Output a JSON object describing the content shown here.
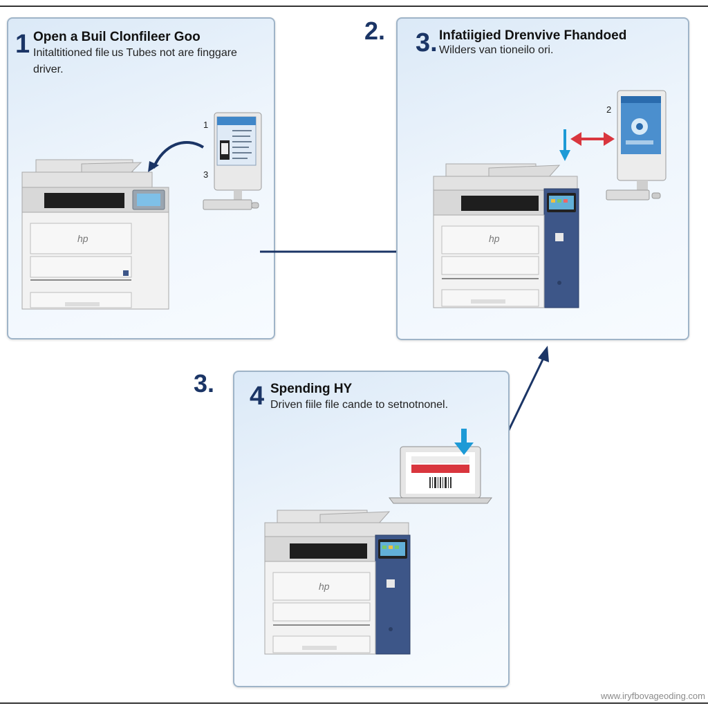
{
  "steps": [
    {
      "num": "1",
      "title": "Open a Buil Clonfileer Goo",
      "desc": "Initaltitioned file us Tubes not are finggare driver.",
      "labels": [
        "1",
        "3"
      ]
    },
    {
      "outside_num": "2.",
      "num": "3.",
      "title": "Infatiigied Drenvive Fhandoed",
      "desc": "Wilders van tioneilo ori.",
      "labels": [
        "2"
      ]
    },
    {
      "outside_num": "3.",
      "num": "4",
      "title": "Spending HY",
      "desc": "Driven fiile file cande to setnotnonel."
    }
  ],
  "brand": "hp",
  "footer": "www.iryfbovageoding.com",
  "colors": {
    "accent_dark": "#1b3566",
    "arrow_blue": "#1d9ad6",
    "arrow_red": "#d9363e",
    "printer_navy": "#3d5688"
  }
}
